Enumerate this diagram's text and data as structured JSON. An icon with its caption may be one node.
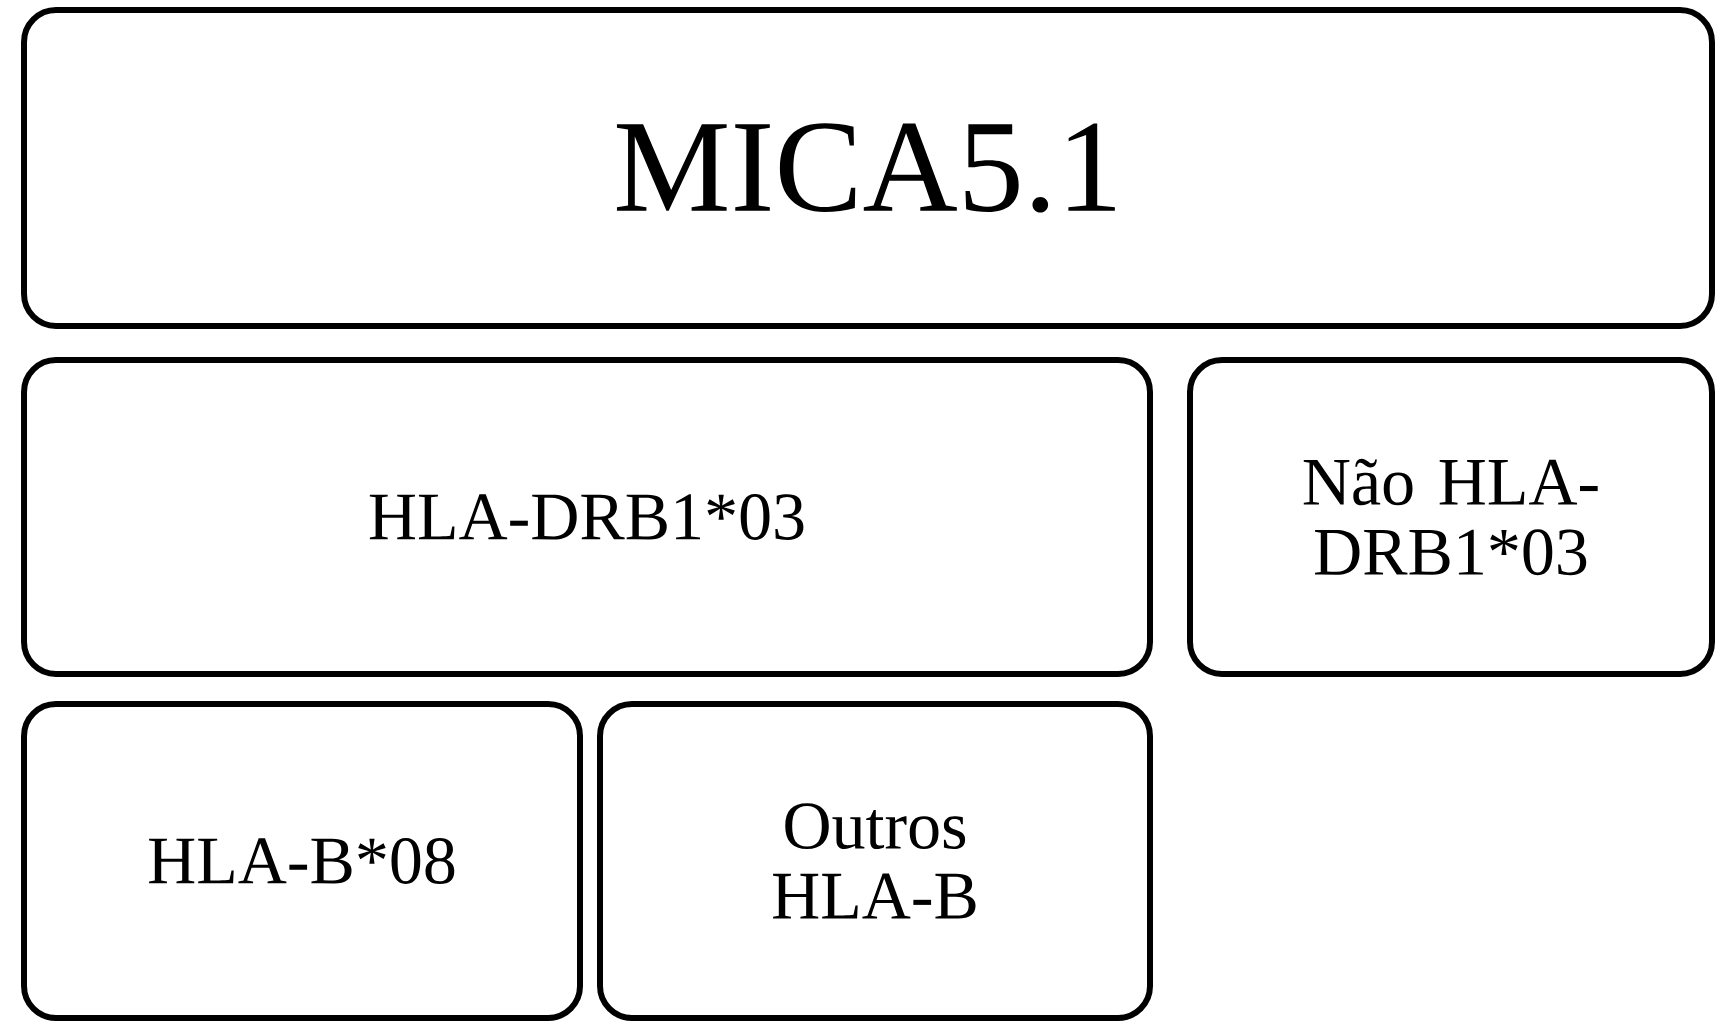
{
  "diagram": {
    "nodes": [
      {
        "text": [
          "MICA5.1"
        ]
      },
      {
        "text": [
          "HLA-DRB1*03"
        ]
      },
      {
        "text": [
          "Não HLA-DRB1*03"
        ]
      },
      {
        "text": [
          "HLA-B*08"
        ]
      },
      {
        "text": [
          "Outros HLA-B"
        ]
      }
    ]
  }
}
